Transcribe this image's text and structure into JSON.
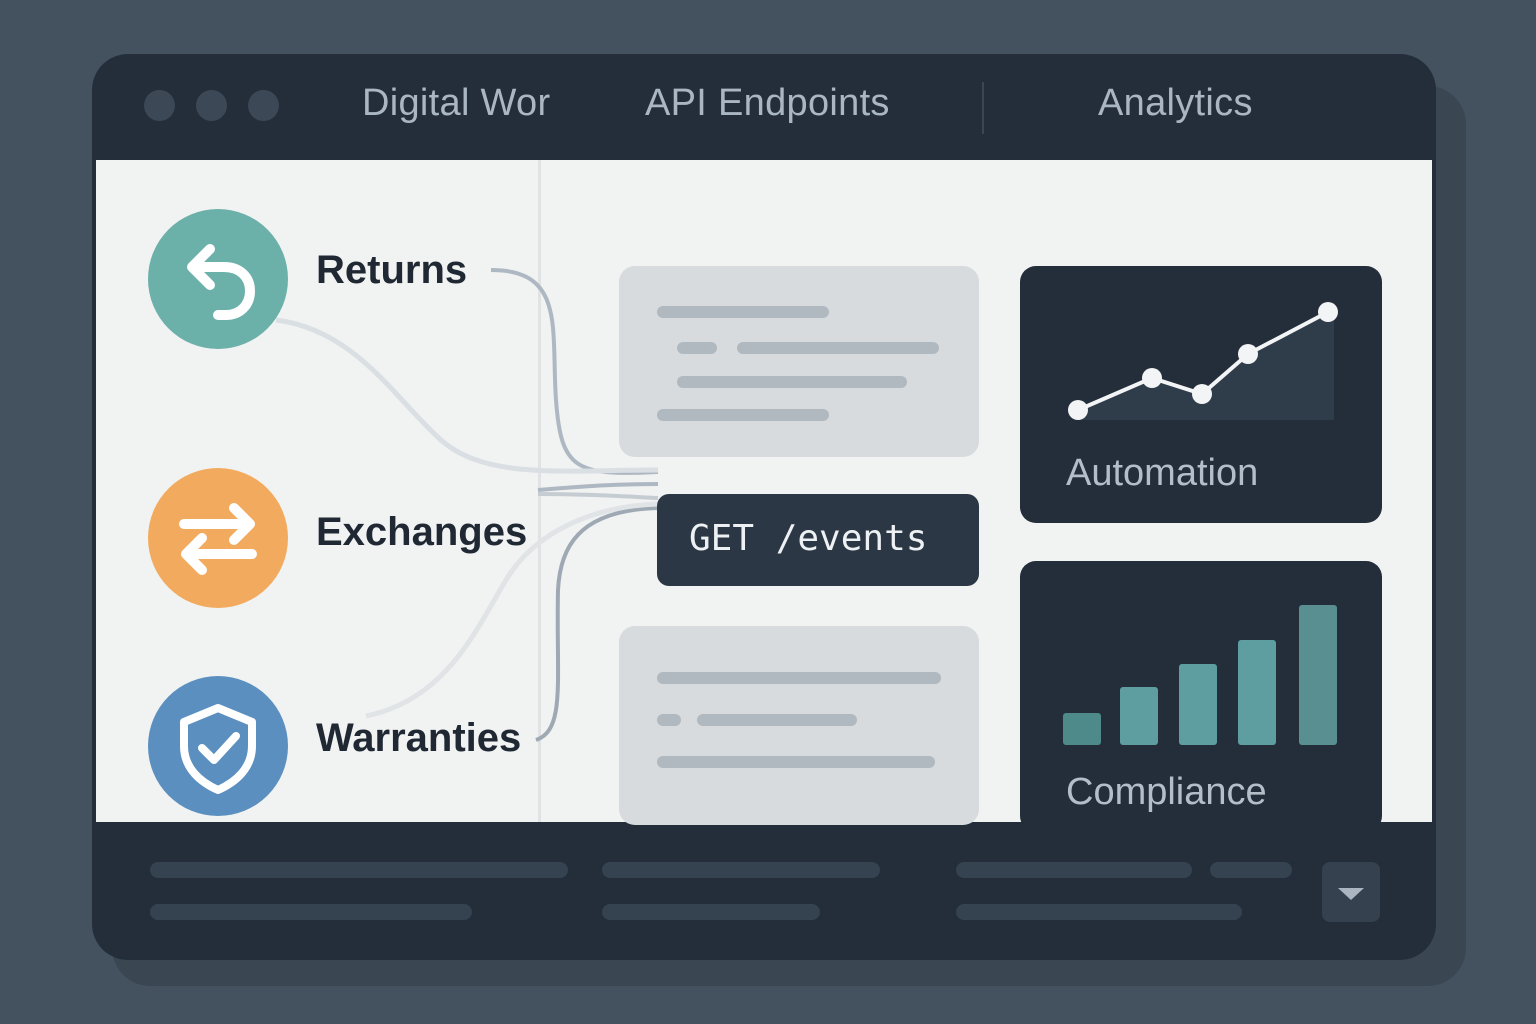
{
  "colors": {
    "background": "#44525f",
    "window": "#232e3a",
    "returns": "#6cb0aa",
    "exchanges": "#f2ab5e",
    "warranties": "#5b8fc0",
    "chart_teal": "#5f9ea0"
  },
  "tabs": [
    {
      "label": "Digital Wor"
    },
    {
      "label": "API Endpoints"
    },
    {
      "label": "Analytics"
    }
  ],
  "categories": [
    {
      "label": "Returns",
      "icon": "return-arrow-icon"
    },
    {
      "label": "Exchanges",
      "icon": "swap-arrows-icon"
    },
    {
      "label": "Warranties",
      "icon": "shield-check-icon"
    }
  ],
  "endpoint": {
    "text": "GET /events"
  },
  "panels": {
    "automation": {
      "title": "Automation",
      "icon": "line-chart-icon"
    },
    "compliance": {
      "title": "Compliance",
      "icon": "bar-chart-icon"
    }
  },
  "footer": {
    "dropdown_icon": "caret-down-icon"
  }
}
